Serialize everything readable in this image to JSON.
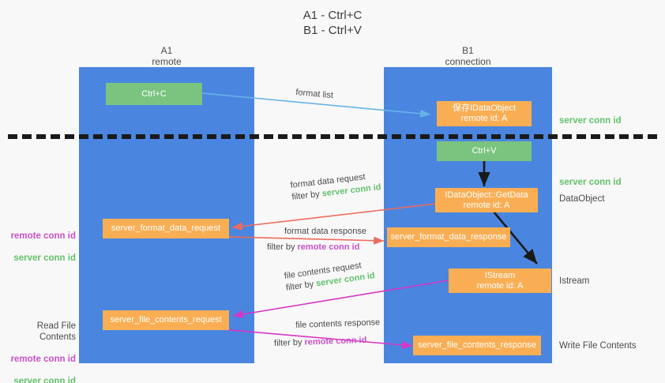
{
  "title": "A1 - Ctrl+C\nB1 - Ctrl+V",
  "colors": {
    "lane": "#4a86e0",
    "node_green": "#7ac47f",
    "node_orange": "#f9ae54",
    "server_conn": "#62c16a",
    "remote_conn": "#c850c8",
    "edge_blue": "#67b4e8",
    "edge_red": "#ef6a5a",
    "edge_magenta": "#d636c4",
    "edge_black": "#1a1a1a",
    "background": "#f8f8f8"
  },
  "lanes": [
    {
      "name": "A1",
      "sub": "remote",
      "header": "A1\nremote"
    },
    {
      "name": "B1",
      "sub": "connection",
      "header": "B1\nconnection"
    }
  ],
  "nodes": {
    "ctrl_c": "Ctrl+C",
    "save_idataobject": "保存IDataObject\nremote id: A",
    "ctrl_v": "Ctrl+V",
    "getdata": "IDataObject::GetData\nremote id: A",
    "server_format_data_request": "server_format_data_request",
    "server_format_data_response": "server_format_data_response",
    "istream": "IStream\nremote id: A",
    "server_file_contents_request": "server_file_contents_request",
    "server_file_contents_response": "server_file_contents_response"
  },
  "right_labels": {
    "server_conn_id_1": "server conn id",
    "server_conn_id_2": "server conn id",
    "dataobject": "DataObject",
    "istream": "Istream",
    "write_file_contents": "Write File Contents"
  },
  "left_labels": {
    "conn_ids_1_remote": "remote conn id",
    "conn_ids_1_server": "server conn id",
    "read_file_contents": "Read File Contents",
    "conn_ids_2_remote": "remote conn id",
    "conn_ids_2_server": "server conn id"
  },
  "edges": [
    {
      "id": "format-list",
      "label": "format list",
      "filter_prefix": "",
      "filter_token": "",
      "color": "#67b4e8",
      "direction": "left-to-right"
    },
    {
      "id": "format-data-request",
      "label": "format data request",
      "filter_prefix": "filter by ",
      "filter_token": "server conn id",
      "filter_token_kind": "server",
      "color": "#ef6a5a",
      "direction": "right-to-left"
    },
    {
      "id": "format-data-response",
      "label": "format data response",
      "filter_prefix": "filter by ",
      "filter_token": "remote conn id",
      "filter_token_kind": "remote",
      "color": "#ef6a5a",
      "direction": "left-to-right"
    },
    {
      "id": "file-contents-request",
      "label": "file contents request",
      "filter_prefix": "filter by ",
      "filter_token": "server conn id",
      "filter_token_kind": "server",
      "color": "#d636c4",
      "direction": "right-to-left"
    },
    {
      "id": "file-contents-response",
      "label": "file contents response",
      "filter_prefix": "filter by ",
      "filter_token": "remote conn id",
      "filter_token_kind": "remote",
      "color": "#d636c4",
      "direction": "left-to-right"
    }
  ]
}
